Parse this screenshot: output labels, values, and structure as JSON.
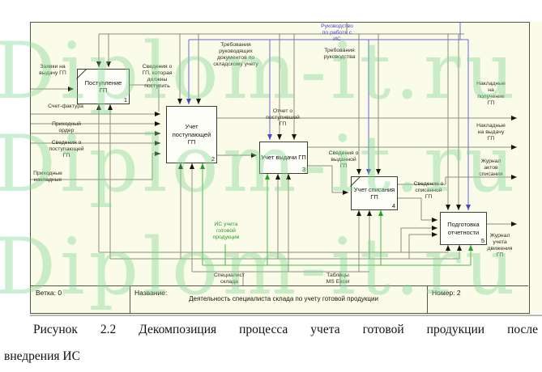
{
  "watermark": {
    "text": "Diplom-it.ru"
  },
  "diagram": {
    "boxes": [
      {
        "label": "Поступление\nГП",
        "num": "1"
      },
      {
        "label": "Учет\nпоступающей\nГП",
        "num": "2"
      },
      {
        "label": "Учет выдачи ГП",
        "num": "3"
      },
      {
        "label": "Учет списания\nГП",
        "num": "4"
      },
      {
        "label": "Подготовка\nотчетности",
        "num": "5"
      }
    ],
    "arrow_labels": {
      "zayavki": "Заявки на\nвыдачу ГП",
      "schet_faktura": "Счет-фактура",
      "prihodny_order": "Приходный\nордер",
      "svedeniya_postupayushchey": "Сведения о\nпоступающей\nГП",
      "prihodnye_nakladnye": "Приходные\nнакладные",
      "svedeniya_gp_postupit": "Сведения о\nГП, которая\nдолжны\nпоступить",
      "trebovaniya_dokumentov": "Требования\nруководящих\nдокументов по\nскладскому учету",
      "rukovodstvo_is": "Руководство\nпо работе с\nИС",
      "trebovaniya_rukovodstva": "Требования\nруководства",
      "otchet_postupivshey": "Отчет о\nпоступившей\nГП",
      "svedeniya_vydannoy": "Сведения о\nвыданной\nГП",
      "svedeniya_spisannoy": "Сведения о\nсписанной\nГП",
      "nakladnye_poluchenie": "Накладные\nна\nполучение\nГП",
      "nakladnye_vydachu": "Накладные\nна выдачу\nГП",
      "zhurnal_aktov": "Журнал\nактов\nсписания",
      "zhurnal_ucheta": "Журнал\nучета\nдвижения\nГП",
      "is_ucheta": "ИС учета\nготовой\nпродукции",
      "specialist_sklada": "Специалист\nсклада",
      "tablicy_excel": "Таблицы\nMS Excel"
    },
    "title_bar": {
      "vetka": "Ветка: 0",
      "nazvanie_label": "Название:",
      "nazvanie_value": "Деятельность специалиста склада по учету готовой продукции",
      "nomer": "Номер: 2"
    },
    "colors": {
      "canvas_bg": "#fbfbe9",
      "control_blue": "#4747cd",
      "mechanism_green": "#1fa01f",
      "watermark_green": "#aadfb5"
    }
  },
  "caption": {
    "line1": "Рисунок 2.2 Декомпозиция процесса учета готовой продукции после",
    "line2": "внедрения ИС"
  }
}
